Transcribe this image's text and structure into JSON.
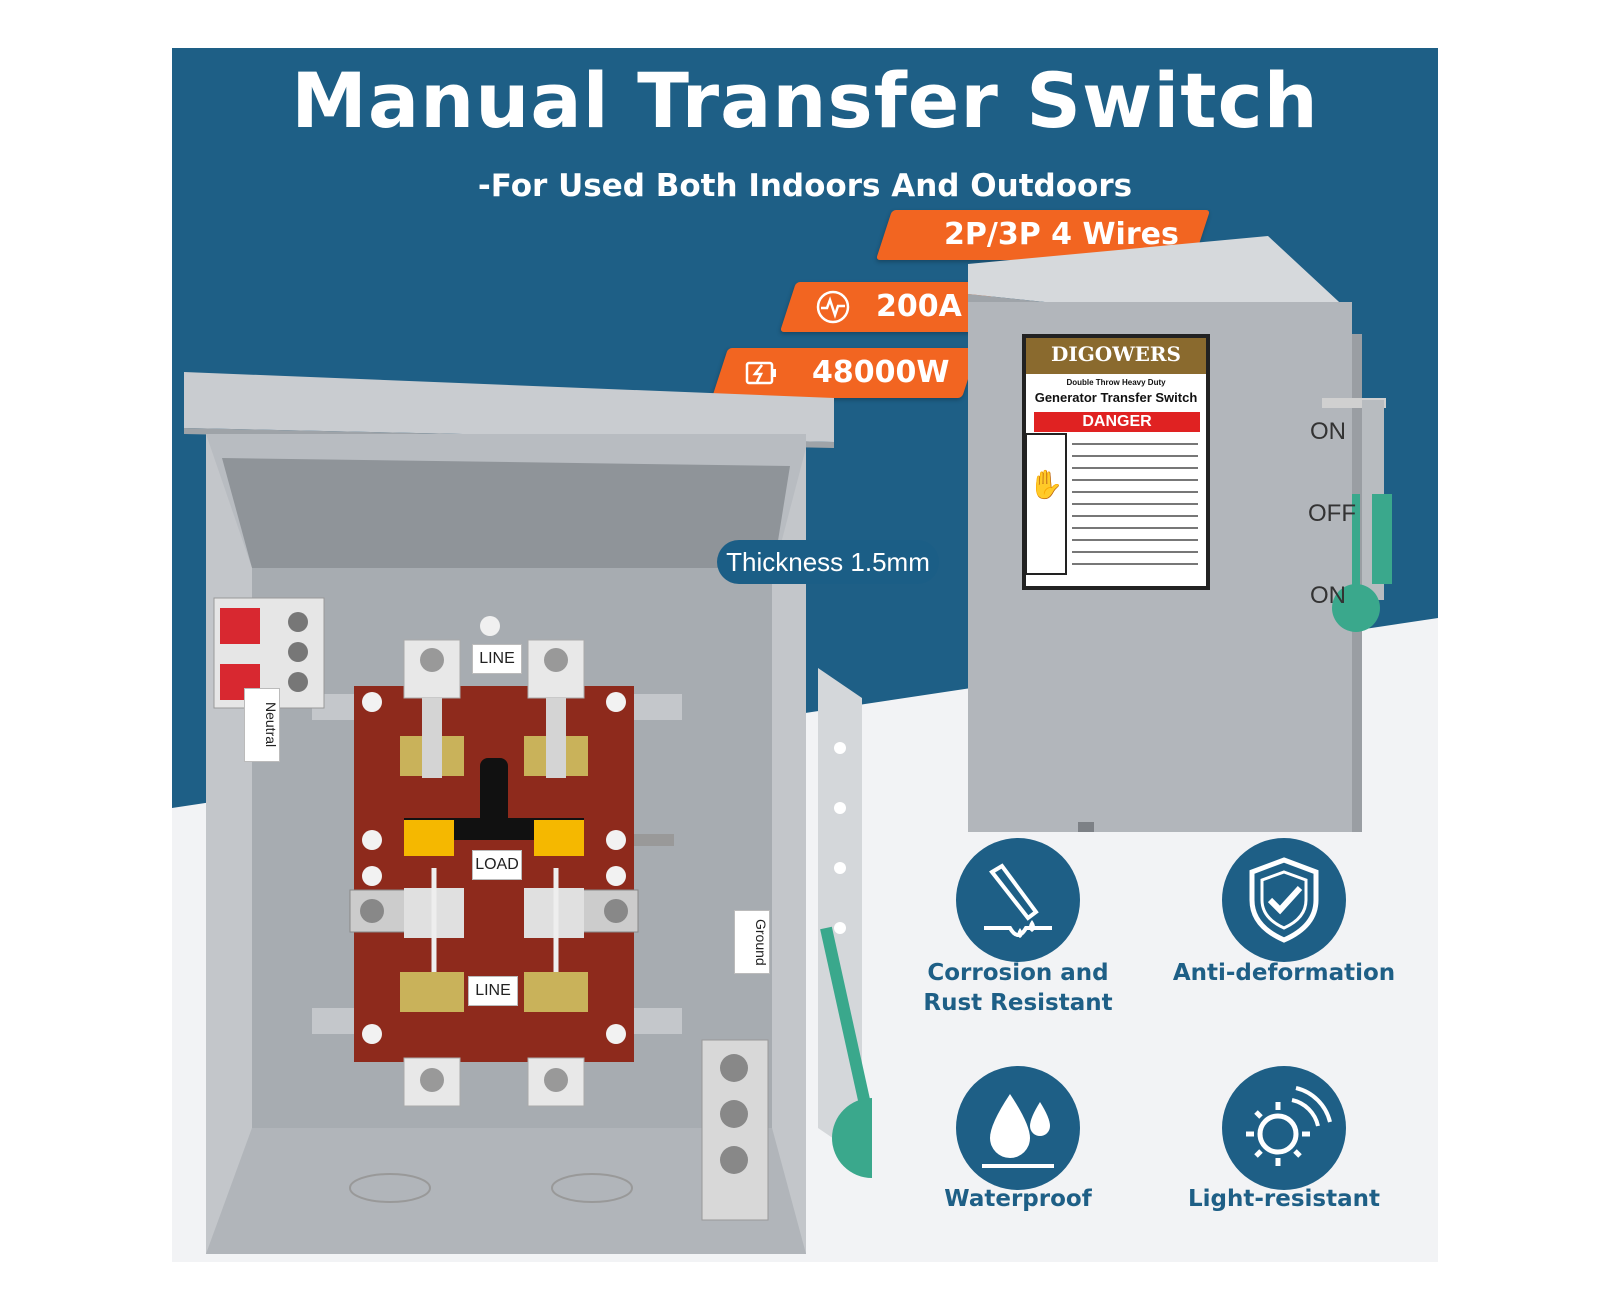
{
  "header": {
    "title": "Manual Transfer Switch",
    "subtitle": "-For Used Both Indoors And Outdoors"
  },
  "badges": [
    {
      "label": "2P/3P 4 Wires",
      "icon": "none"
    },
    {
      "label": "200A",
      "icon": "pulse-icon"
    },
    {
      "label": "48000W",
      "icon": "battery-charge-icon"
    }
  ],
  "callout": {
    "thickness": "Thickness 1.5mm"
  },
  "open_panel": {
    "labels": {
      "line_top": "LINE",
      "load": "LOAD",
      "line_bottom": "LINE",
      "neutral": "Neutral",
      "ground": "Ground"
    }
  },
  "closed_box": {
    "brand": "DIGOWERS",
    "label_line1": "Double Throw Heavy Duty",
    "label_line2": "Generator Transfer Switch",
    "danger": "DANGER",
    "positions": [
      "ON",
      "OFF",
      "ON"
    ]
  },
  "features": [
    {
      "label_lines": [
        "Corrosion and",
        "Rust Resistant"
      ],
      "icon": "corrosion-icon"
    },
    {
      "label_lines": [
        "Anti-deformation"
      ],
      "icon": "shield-check-icon"
    },
    {
      "label_lines": [
        "Waterproof"
      ],
      "icon": "water-drops-icon"
    },
    {
      "label_lines": [
        "Light-resistant"
      ],
      "icon": "sun-icon"
    }
  ],
  "colors": {
    "blue": "#1e5f86",
    "orange": "#f26521",
    "panel_red": "#8e2a1c",
    "metal": "#b9bdc2",
    "green_handle": "#3aa88c"
  }
}
